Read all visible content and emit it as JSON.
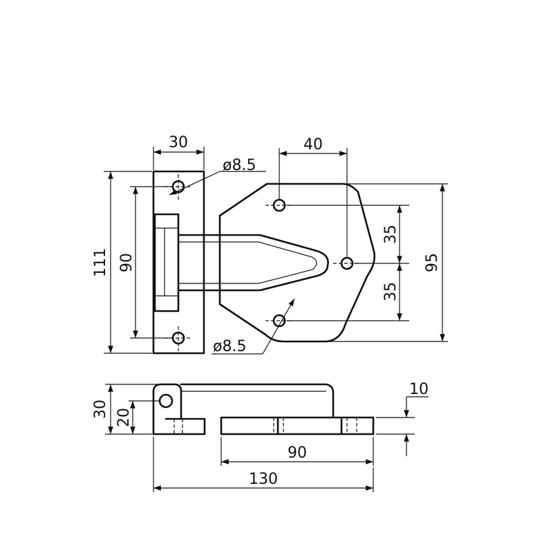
{
  "top_view": {
    "left_plate": {
      "width": "30",
      "height_total": "111",
      "hole_spacing": "90",
      "hole_diameter": "ø8.5"
    },
    "right_plate": {
      "hole_offset_x": "40",
      "height_total": "95",
      "hole_spacing_upper": "35",
      "hole_spacing_lower": "35",
      "hole_diameter": "ø8.5"
    }
  },
  "side_view": {
    "height_total": "30",
    "pivot_height": "20",
    "plate_thickness": "10",
    "base_hole_spacing": "90",
    "overall_length": "130"
  }
}
